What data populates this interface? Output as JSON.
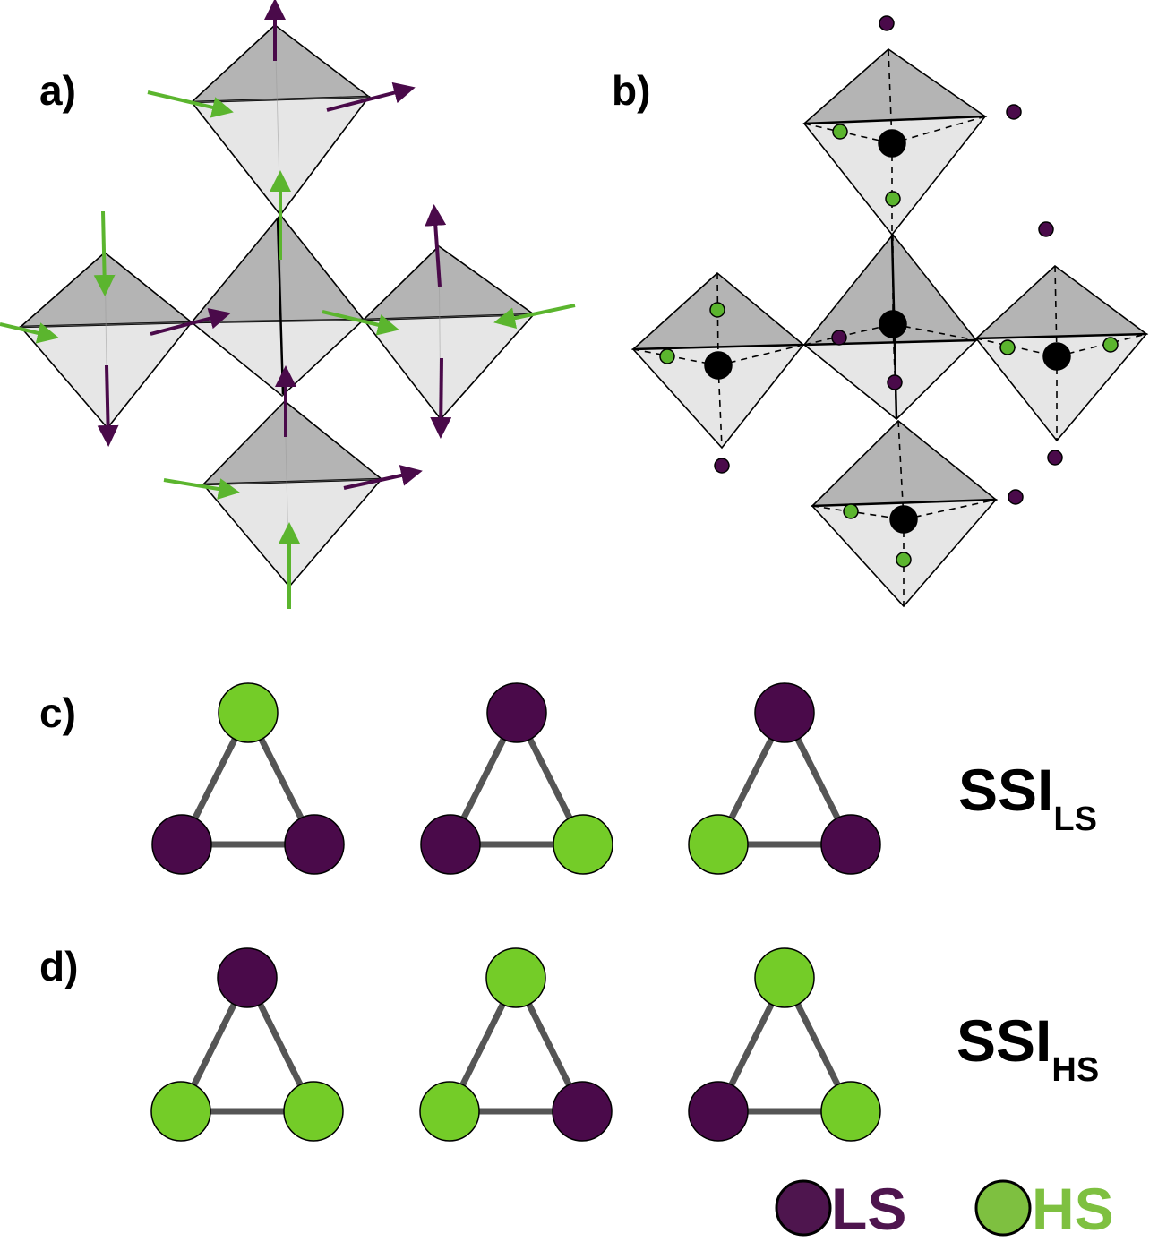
{
  "panels": {
    "a": {
      "label": "a)"
    },
    "b": {
      "label": "b)"
    },
    "c": {
      "label": "c)",
      "ssi_main": "SSI",
      "ssi_sub": "LS"
    },
    "d": {
      "label": "d)",
      "ssi_main": "SSI",
      "ssi_sub": "HS"
    }
  },
  "legend": {
    "ls_label": "LS",
    "hs_label": "HS"
  },
  "colors": {
    "ls": "#4a0a4a",
    "hs": "#74cc28",
    "legend_ls": "#4e154e",
    "legend_hs": "#7ec040",
    "arrow_green": "#5bb52e",
    "arrow_purple": "#4a0a4a",
    "octa_dark": "#b4b4b4",
    "octa_light": "#e6e6e6",
    "triangle_edge": "#555555"
  },
  "triangles": {
    "c": [
      {
        "top": "hs",
        "left": "ls",
        "right": "ls"
      },
      {
        "top": "ls",
        "left": "ls",
        "right": "hs"
      },
      {
        "top": "ls",
        "left": "hs",
        "right": "ls"
      }
    ],
    "d": [
      {
        "top": "ls",
        "left": "hs",
        "right": "hs"
      },
      {
        "top": "hs",
        "left": "hs",
        "right": "ls"
      },
      {
        "top": "hs",
        "left": "ls",
        "right": "hs"
      }
    ]
  }
}
